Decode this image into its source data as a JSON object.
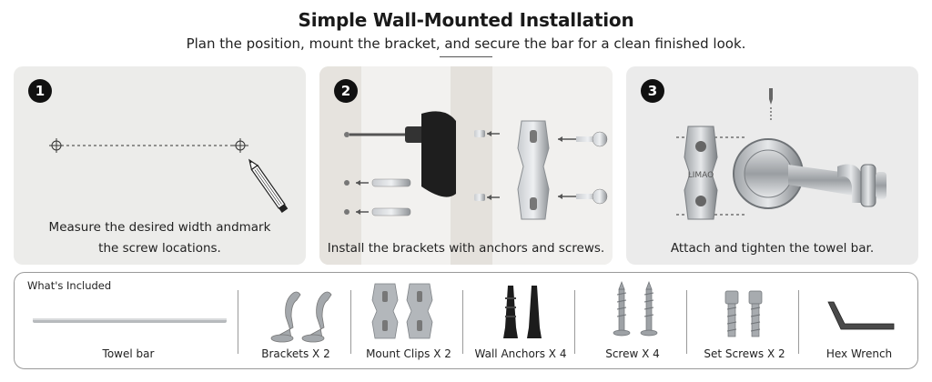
{
  "header": {
    "title": "Simple Wall-Mounted Installation",
    "subtitle": "Plan the position, mount the bracket, and secure the bar for a clean finished look."
  },
  "steps": [
    {
      "number": "1",
      "caption_line1": "Measure the desired width andmark",
      "caption_line2": "the screw locations."
    },
    {
      "number": "2",
      "caption_line1": "Install the brackets with anchors and screws."
    },
    {
      "number": "3",
      "caption_line1": "Attach and tighten the towel bar.",
      "clip_text": "LIMAO"
    }
  ],
  "included": {
    "title": "What's Included",
    "items": [
      {
        "label": "Towel bar",
        "icon": "towel-bar-icon"
      },
      {
        "label": "Brackets X 2",
        "icon": "bracket-icon"
      },
      {
        "label": "Mount Clips X 2",
        "icon": "mount-clip-icon"
      },
      {
        "label": "Wall Anchors X 4",
        "icon": "wall-anchor-icon"
      },
      {
        "label": "Screw X 4",
        "icon": "screw-icon"
      },
      {
        "label": "Set Screws X 2",
        "icon": "set-screw-icon"
      },
      {
        "label": "Hex Wrench",
        "icon": "hex-wrench-icon"
      }
    ]
  },
  "colors": {
    "metal": "#a9adb1",
    "dark": "#111111",
    "panel_bg": "#ececea",
    "border": "#9a9a9a"
  }
}
